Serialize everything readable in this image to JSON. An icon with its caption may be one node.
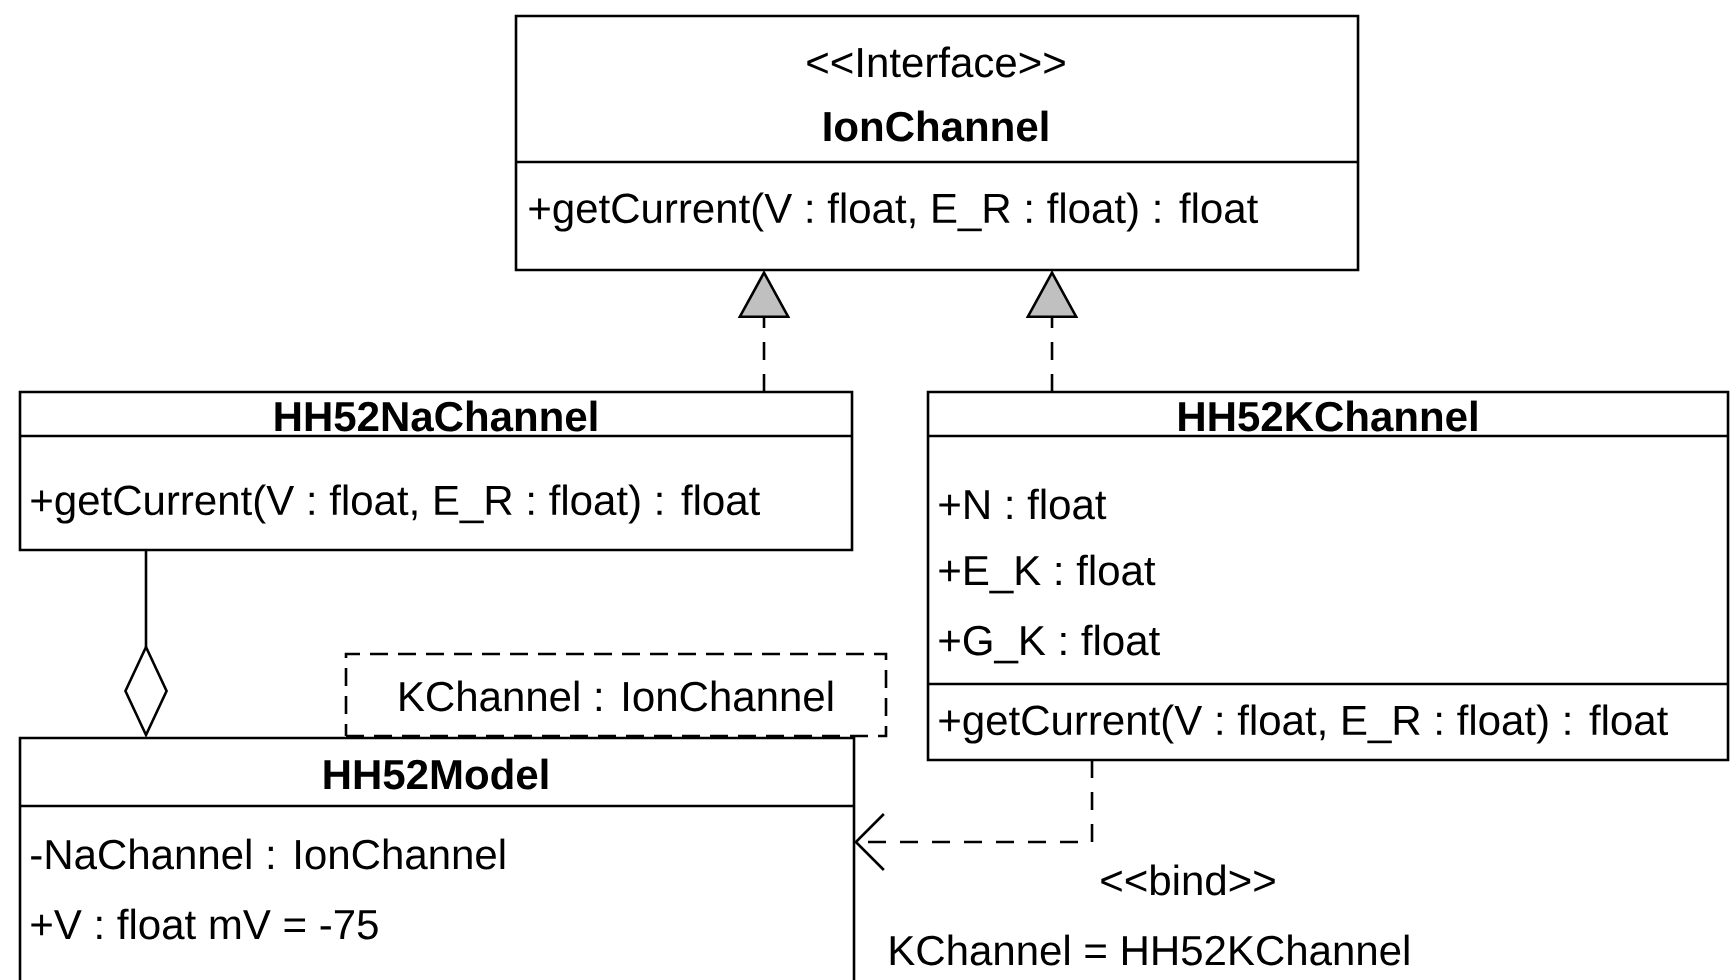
{
  "diagram": {
    "nodes": [
      {
        "text": [
          "<<Interface>>",
          "IonChannel",
          "+getCurrent(V : float, E_R : float) : float"
        ]
      },
      {
        "text": [
          "HH52NaChannel",
          "+getCurrent(V : float, E_R : float) : float"
        ]
      },
      {
        "text": [
          "HH52KChannel",
          "+N : float",
          "+E_K : float",
          "+G_K : float",
          "+getCurrent(V : float, E_R : float) : float"
        ]
      },
      {
        "text": [
          "HH52Model",
          "-NaChannel : IonChannel",
          "+V : float mV = -75"
        ]
      },
      {
        "text": [
          "KChannel : IonChannel"
        ]
      }
    ],
    "edges": [
      {
        "from": 1,
        "to": 0,
        "arrow": "to",
        "style": "dashed"
      },
      {
        "from": 2,
        "to": 0,
        "arrow": "to",
        "style": "dashed"
      },
      {
        "from": 1,
        "to": 3,
        "arrow": "other"
      },
      {
        "from": 2,
        "to": 3,
        "arrow": "to",
        "style": "dashed",
        "label": "<<bind>>"
      }
    ],
    "labels": [
      "KChannel = HH52KChannel"
    ]
  }
}
